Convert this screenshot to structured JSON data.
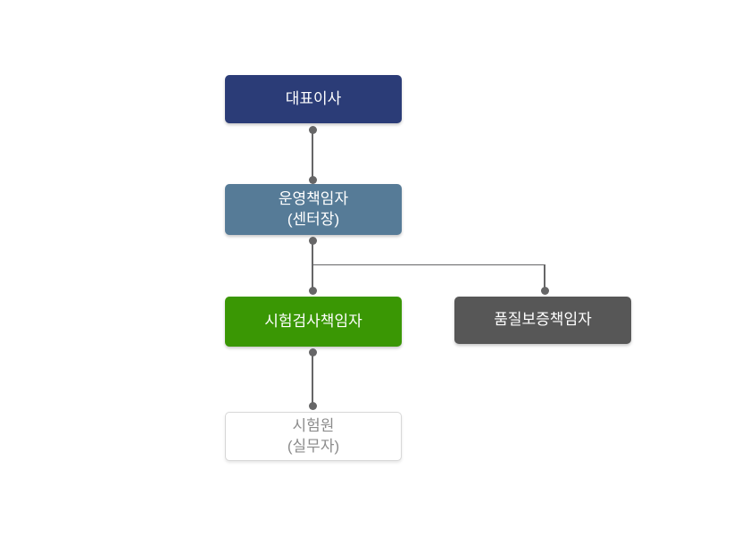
{
  "page": {
    "background_color": "#ffffff",
    "connector_color": "#666667"
  },
  "org_chart": {
    "type": "org-tree",
    "nodes": [
      {
        "id": "ceo",
        "label": "대표이사",
        "bg": "#2b3c77",
        "text_color": "#ffffff",
        "level": 1
      },
      {
        "id": "operations",
        "label": "운영책임자\n(센터장)",
        "bg": "#567b97",
        "text_color": "#ffffff",
        "level": 2
      },
      {
        "id": "testing",
        "label": "시험검사책임자",
        "bg": "#3a9704",
        "text_color": "#ffffff",
        "level": 3
      },
      {
        "id": "quality",
        "label": "품질보증책임자",
        "bg": "#575757",
        "text_color": "#ffffff",
        "level": 3
      },
      {
        "id": "tester",
        "label": "시험원\n(실무자)",
        "bg": "#ffffff",
        "text_color": "#8c8c8c",
        "border_color": "#d8d8d8",
        "level": 4
      }
    ],
    "edges": [
      {
        "from": "ceo",
        "to": "operations"
      },
      {
        "from": "operations",
        "to": "testing"
      },
      {
        "from": "operations",
        "to": "quality"
      },
      {
        "from": "testing",
        "to": "tester"
      }
    ]
  }
}
